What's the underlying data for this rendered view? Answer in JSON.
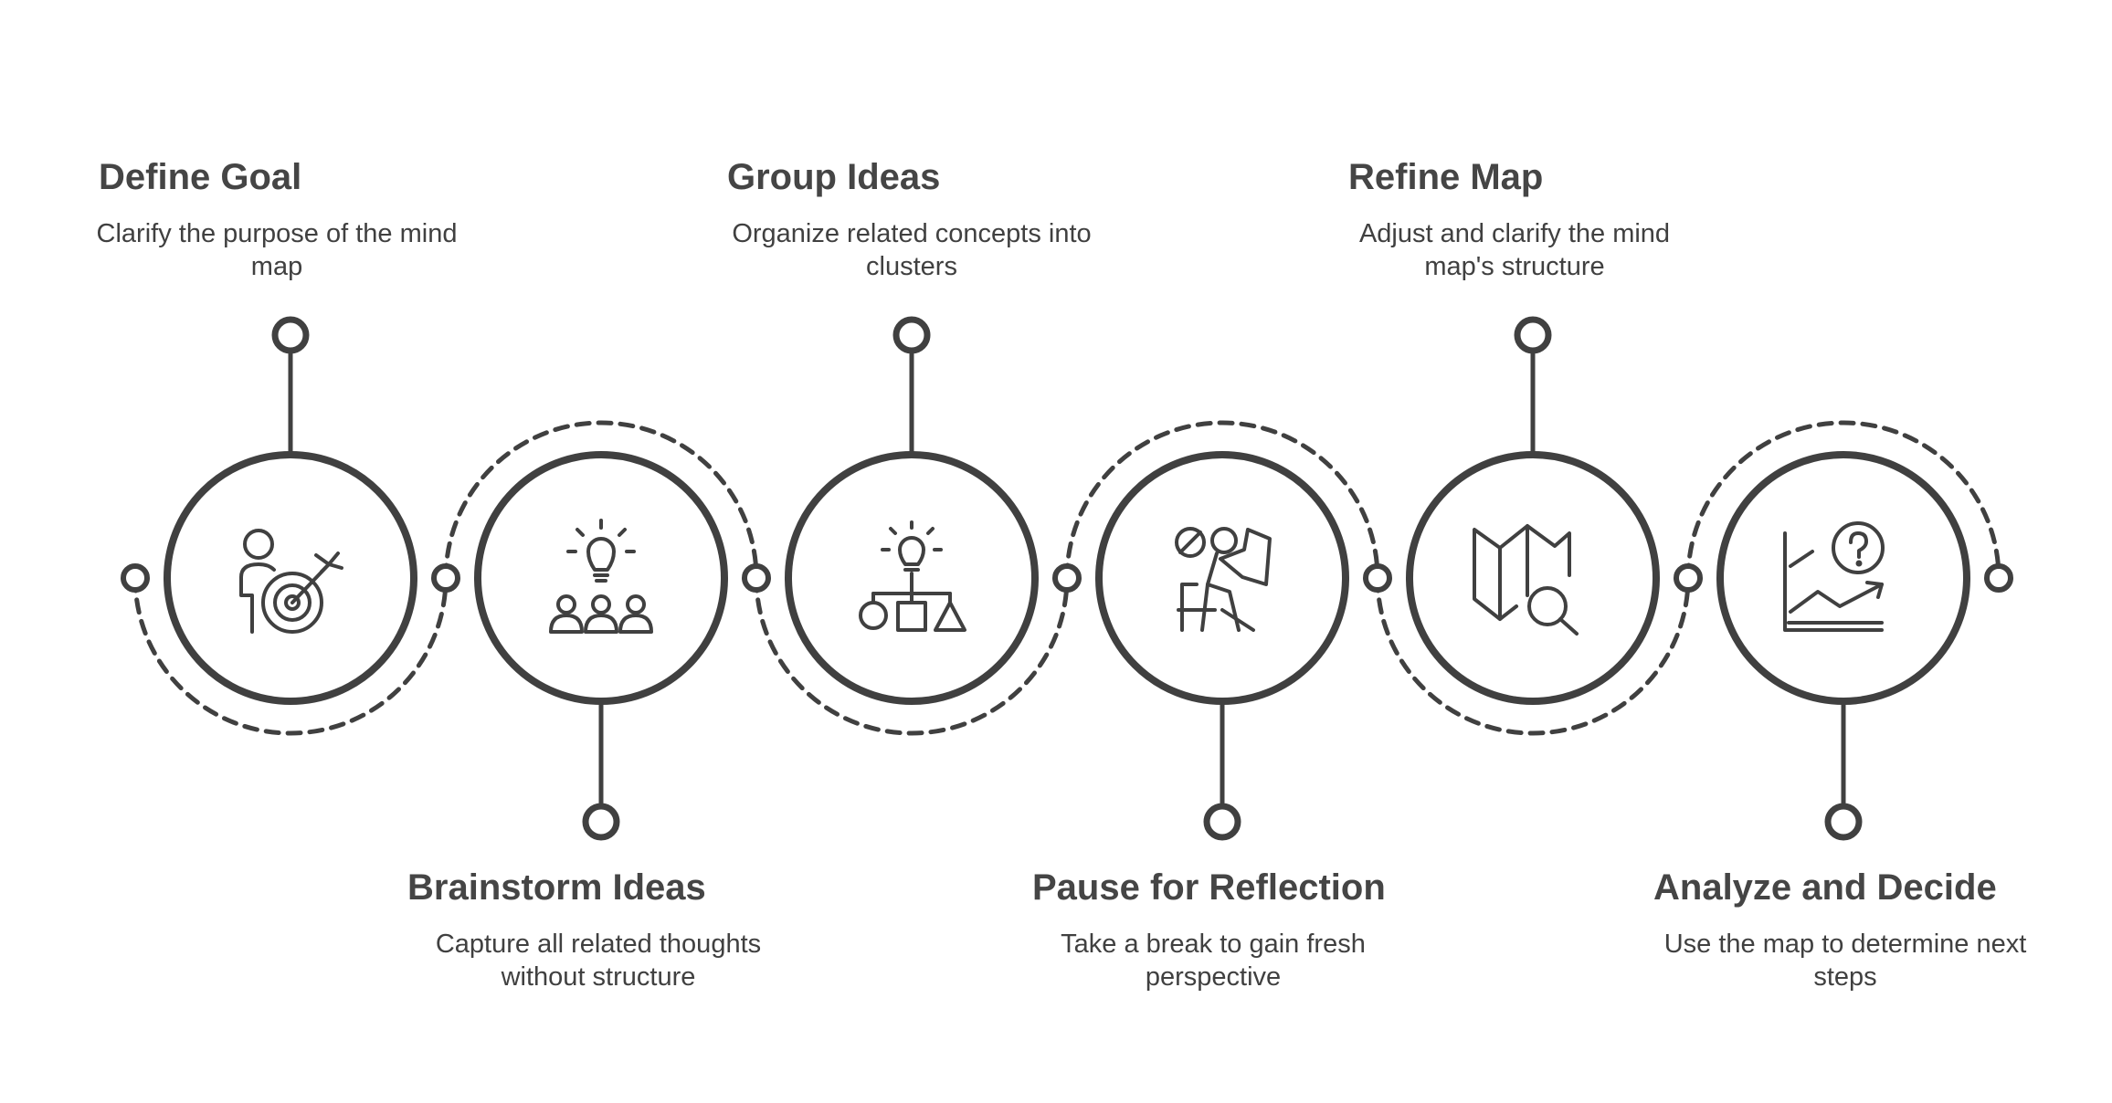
{
  "steps": [
    {
      "title": "Define Goal",
      "description": "Clarify the purpose of the mind map",
      "icon": "target-person-icon",
      "position": "top"
    },
    {
      "title": "Brainstorm Ideas",
      "description": "Capture all related thoughts without structure",
      "icon": "lightbulb-group-icon",
      "position": "bottom"
    },
    {
      "title": "Group Ideas",
      "description": "Organize related concepts into clusters",
      "icon": "lightbulb-hierarchy-icon",
      "position": "top"
    },
    {
      "title": "Pause for Reflection",
      "description": "Take a break to gain fresh perspective",
      "icon": "person-reading-break-icon",
      "position": "bottom"
    },
    {
      "title": "Refine Map",
      "description": "Adjust and clarify the mind map's structure",
      "icon": "map-magnifier-icon",
      "position": "top"
    },
    {
      "title": "Analyze and Decide",
      "description": "Use the map to determine next steps",
      "icon": "chart-question-icon",
      "position": "bottom"
    }
  ],
  "colors": {
    "stroke": "#404040",
    "text": "#404040",
    "background": "#ffffff"
  }
}
